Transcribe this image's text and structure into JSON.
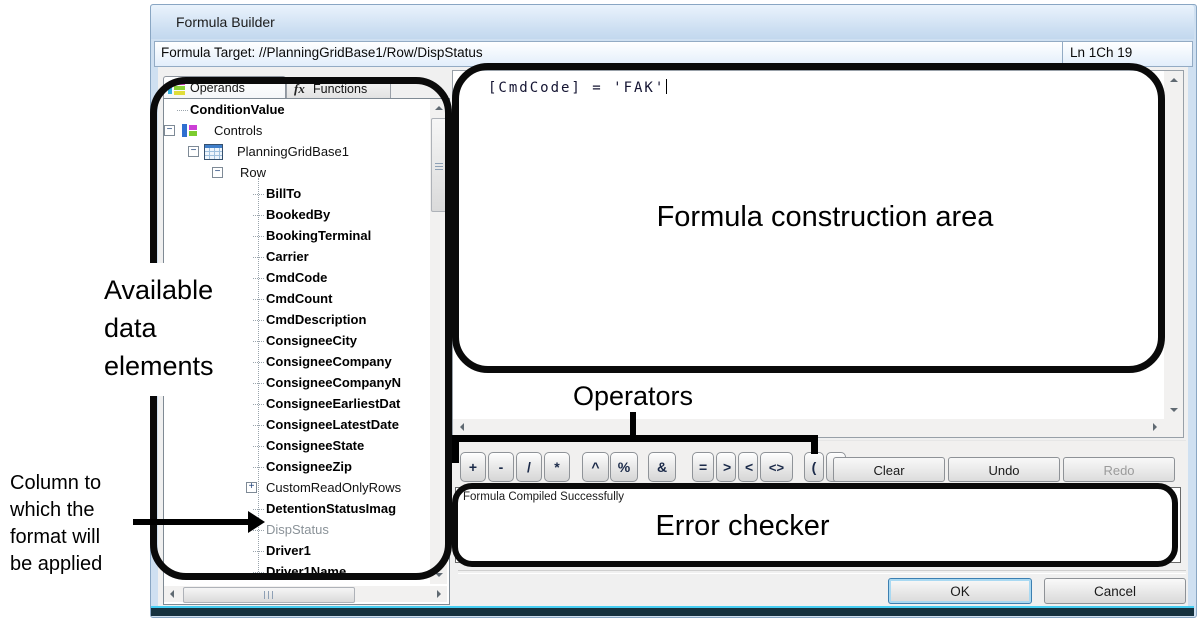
{
  "window": {
    "title": "Formula Builder",
    "formula_target": "Formula Target: //PlanningGridBase1/Row/DispStatus",
    "caret_position": "Ln 1Ch 19"
  },
  "tabs": [
    {
      "label": "Operands"
    },
    {
      "label": "Functions",
      "icon_text": "fx"
    }
  ],
  "tree": {
    "items": [
      {
        "label": "ConditionValue"
      },
      {
        "label": "Controls"
      },
      {
        "label": "PlanningGridBase1"
      },
      {
        "label": "Row"
      },
      {
        "label": "BillTo"
      },
      {
        "label": "BookedBy"
      },
      {
        "label": "BookingTerminal"
      },
      {
        "label": "Carrier"
      },
      {
        "label": "CmdCode"
      },
      {
        "label": "CmdCount"
      },
      {
        "label": "CmdDescription"
      },
      {
        "label": "ConsigneeCity"
      },
      {
        "label": "ConsigneeCompany"
      },
      {
        "label": "ConsigneeCompanyN"
      },
      {
        "label": "ConsigneeEarliestDat"
      },
      {
        "label": "ConsigneeLatestDate"
      },
      {
        "label": "ConsigneeState"
      },
      {
        "label": "ConsigneeZip"
      },
      {
        "label": "CustomReadOnlyRows"
      },
      {
        "label": "DetentionStatusImag"
      },
      {
        "label": "DispStatus"
      },
      {
        "label": "Driver1"
      },
      {
        "label": "Driver1Name"
      }
    ]
  },
  "glyphs": {
    "minus": "−",
    "plus": "+"
  },
  "formula": {
    "text": "[CmdCode] = 'FAK'"
  },
  "operators": [
    "+",
    "-",
    "/",
    "*",
    "^",
    "%",
    "&",
    "=",
    ">",
    "<",
    "<>",
    "(",
    ")"
  ],
  "edit_buttons": {
    "clear": "Clear",
    "undo": "Undo",
    "redo": "Redo"
  },
  "status_message": "Formula Compiled Successfully",
  "dialog_buttons": {
    "ok": "OK",
    "cancel": "Cancel"
  },
  "annotations": {
    "available_data_lines": [
      "Available",
      "data",
      "elements"
    ],
    "column_note_lines": [
      "Column to",
      "which the",
      "format will",
      "be applied"
    ],
    "formula_area": "Formula construction area",
    "operators_label": "Operators",
    "error_checker": "Error checker"
  },
  "colors": {
    "annotation": "#000000",
    "window_chrome": "#cfe0f1",
    "disabled_item_text": "#8a9298",
    "formula_text": "#141432",
    "default_button_ring": "#3c7fb1"
  }
}
